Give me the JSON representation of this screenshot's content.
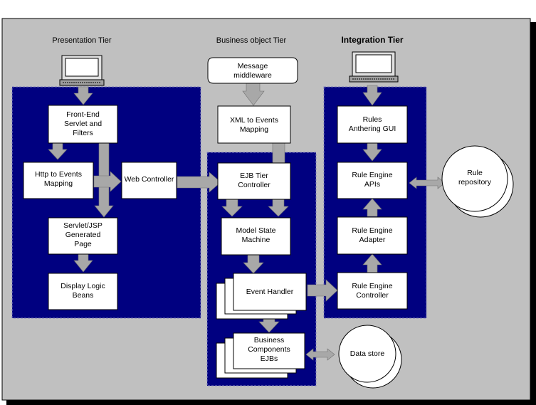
{
  "tiers": {
    "presentation": "Presentation Tier",
    "business": "Business object Tier",
    "integration": "Integration Tier"
  },
  "presentation": {
    "front_end": [
      "Front-End",
      "Servlet and",
      "Filters"
    ],
    "http_events": [
      "Http to Events",
      "Mapping"
    ],
    "web_controller": "Web Controller",
    "servlet_jsp": [
      "Servlet/JSP",
      "Generated",
      "Page"
    ],
    "display_logic": [
      "Display Logic",
      "Beans"
    ]
  },
  "business": {
    "message_middleware": [
      "Message",
      "middleware"
    ],
    "xml_events": [
      "XML to Events",
      "Mapping"
    ],
    "ejb_controller": [
      "EJB Tier",
      "Controller"
    ],
    "model_state": [
      "Model State",
      "Machine"
    ],
    "event_handler": "Event Handler",
    "business_components": [
      "Business",
      "Components",
      "EJBs"
    ]
  },
  "integration": {
    "rules_gui": [
      "Rules",
      "Anthering GUI"
    ],
    "rule_engine_apis": [
      "Rule Engine",
      "APIs"
    ],
    "rule_engine_adapter": [
      "Rule Engine",
      "Adapter"
    ],
    "rule_engine_controller": [
      "Rule Engine",
      "Controller"
    ]
  },
  "stores": {
    "rule_repository": [
      "Rule",
      "repository"
    ],
    "data_store": "Data store"
  },
  "colors": {
    "background": "#c0c0c0",
    "tier_panel": "#000080",
    "box": "#ffffff",
    "arrow": "#a8a8a8",
    "shadow": "#000000"
  }
}
